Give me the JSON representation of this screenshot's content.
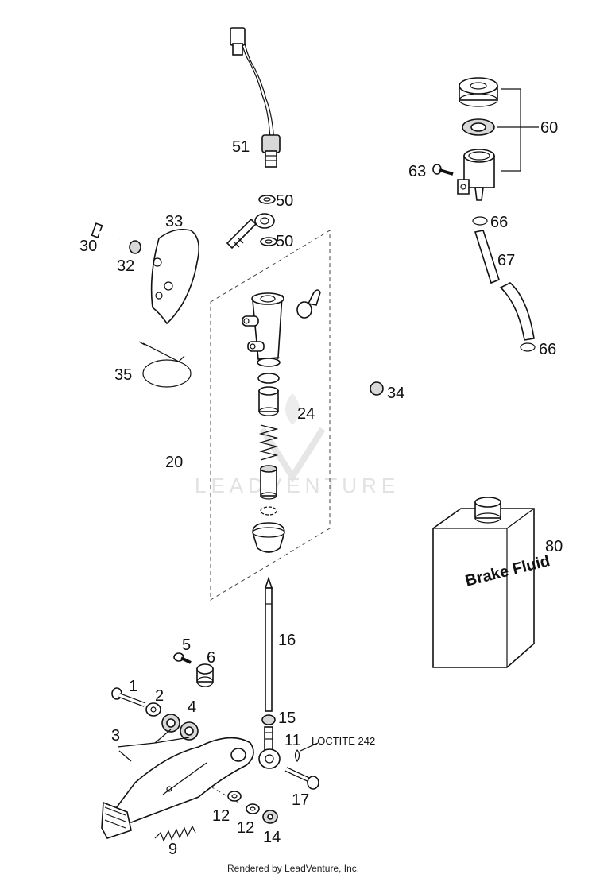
{
  "labels": {
    "p1": "1",
    "p2": "2",
    "p3": "3",
    "p4": "4",
    "p5": "5",
    "p6": "6",
    "p9": "9",
    "p11": "11",
    "p12a": "12",
    "p12b": "12",
    "p14": "14",
    "p15": "15",
    "p16": "16",
    "p17": "17",
    "p20": "20",
    "p24": "24",
    "p30": "30",
    "p32": "32",
    "p33": "33",
    "p34": "34",
    "p35": "35",
    "p50a": "50",
    "p50b": "50",
    "p51": "51",
    "p60": "60",
    "p63": "63",
    "p66a": "66",
    "p66b": "66",
    "p67": "67",
    "p80": "80"
  },
  "annotation": "LOCTITE 242",
  "can_label": "Brake Fluid",
  "watermark": "LEADVENTURE",
  "footer": "Rendered by LeadVenture, Inc."
}
